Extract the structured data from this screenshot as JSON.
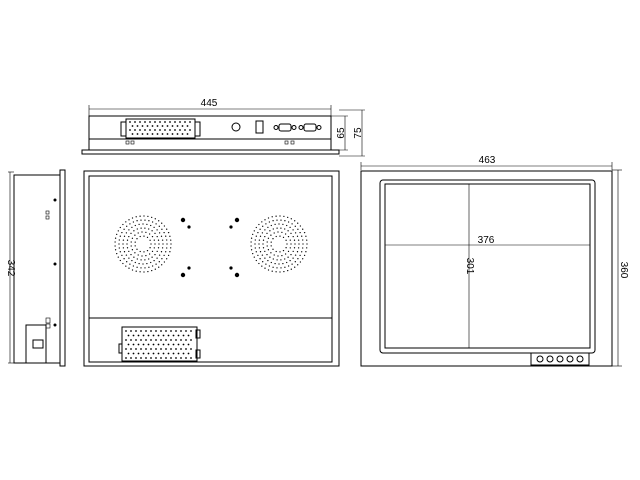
{
  "dimensions": {
    "top_width": "445",
    "top_height_inner": "65",
    "top_height_outer": "75",
    "side_height": "342",
    "front_width": "463",
    "front_height": "360",
    "screen_width": "376",
    "screen_height": "301"
  }
}
